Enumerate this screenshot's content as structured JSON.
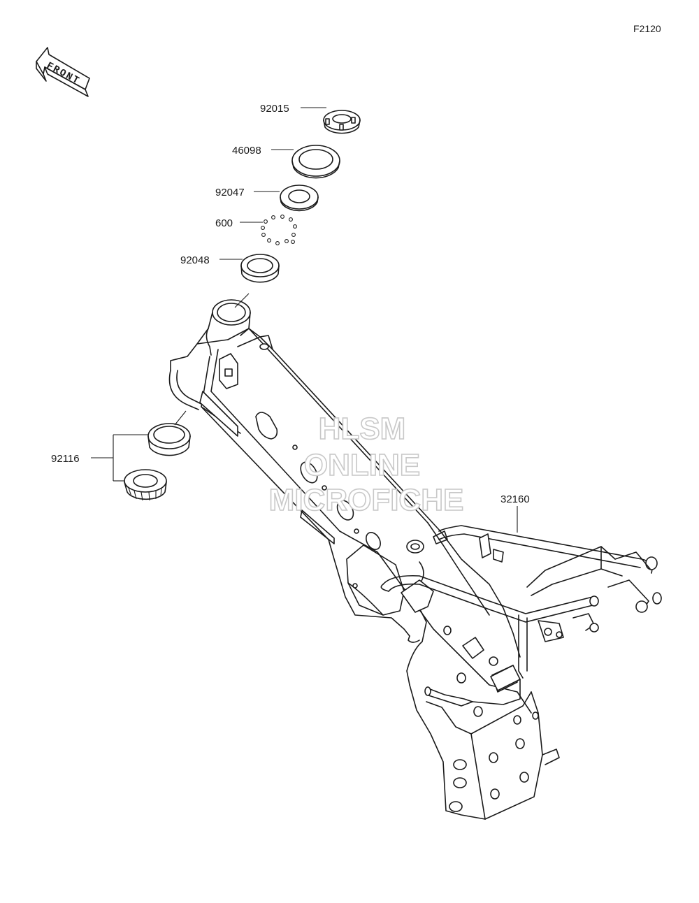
{
  "diagram_code": "F2120",
  "front_arrow": {
    "label": "FRONT"
  },
  "parts": [
    {
      "id": "92015",
      "label": "92015"
    },
    {
      "id": "46098",
      "label": "46098"
    },
    {
      "id": "92047",
      "label": "92047"
    },
    {
      "id": "600",
      "label": "600"
    },
    {
      "id": "92048",
      "label": "92048"
    },
    {
      "id": "92116",
      "label": "92116"
    },
    {
      "id": "32160",
      "label": "32160"
    }
  ],
  "watermark": {
    "line1": "HLSM",
    "line2": "ONLINE",
    "line3": "MICROFICHE"
  }
}
